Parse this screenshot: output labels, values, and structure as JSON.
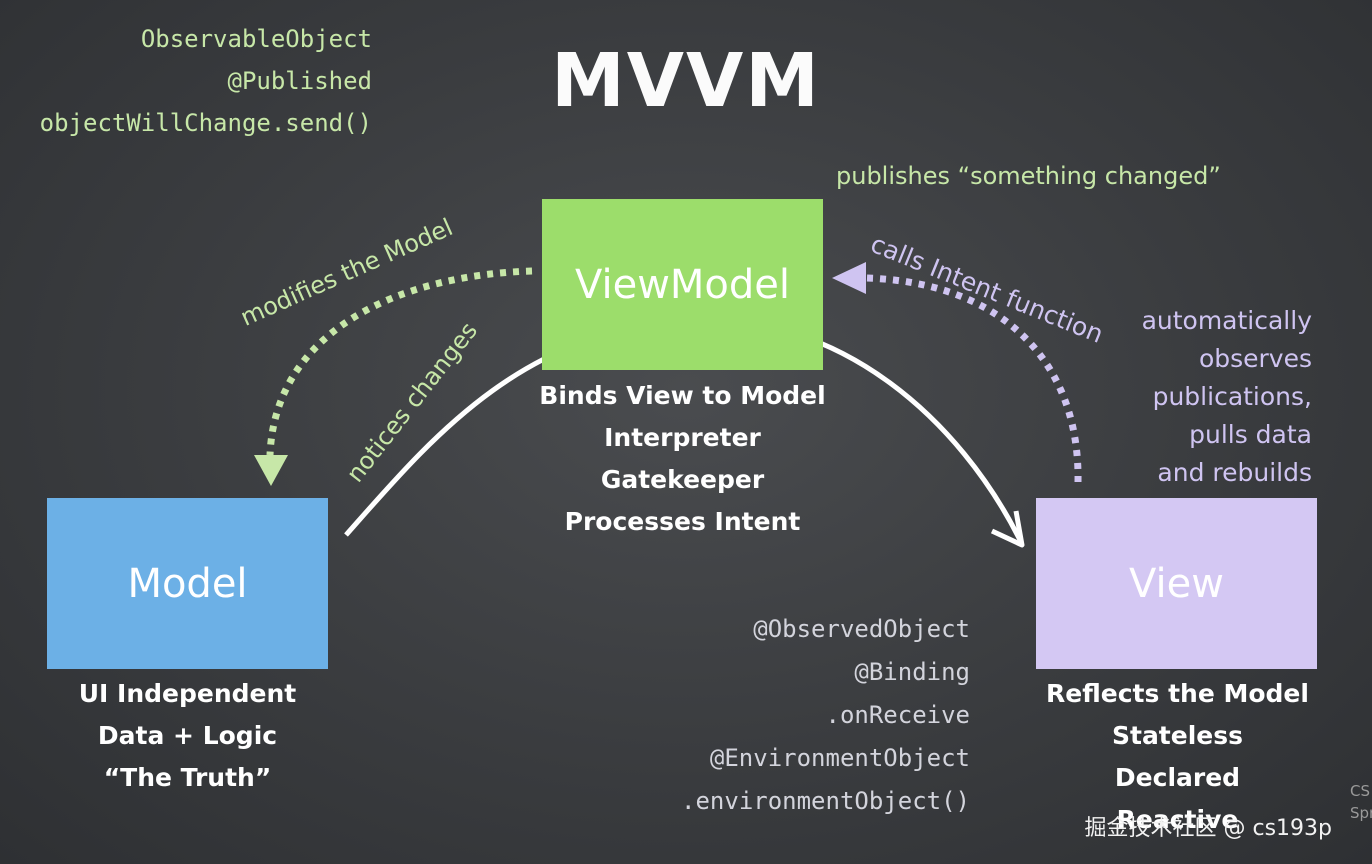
{
  "title": "MVVM",
  "viewmodel_code": [
    "ObservableObject",
    "@Published",
    "objectWillChange.send()"
  ],
  "view_code": [
    "@ObservedObject",
    "@Binding",
    ".onReceive",
    "@EnvironmentObject",
    ".environmentObject()"
  ],
  "boxes": {
    "viewmodel": {
      "label": "ViewModel",
      "color": "#9cdd6b"
    },
    "model": {
      "label": "Model",
      "color": "#6cb0e6"
    },
    "view": {
      "label": "View",
      "color": "#d4c8f3"
    }
  },
  "descriptions": {
    "viewmodel": [
      "Binds View to Model",
      "Interpreter",
      "Gatekeeper",
      "Processes Intent"
    ],
    "model": [
      "UI Independent",
      "Data + Logic",
      "“The Truth”"
    ],
    "view": [
      "Reflects the Model",
      "Stateless",
      "Declared",
      "Reactive"
    ]
  },
  "arrows": {
    "modifies": "modifies the Model",
    "notices": "notices changes",
    "publishes": "publishes “something changed”",
    "calls_intent": "calls Intent function",
    "observes": [
      "automatically",
      "observes",
      "publications,",
      "pulls data",
      "and rebuilds"
    ]
  },
  "watermark": "掘金技术社区 @ cs193p",
  "corner_text": "CS Sprin",
  "colors": {
    "green_text": "#c7e7a8",
    "purple_text": "#cfc4f1",
    "background": "#3d3f42"
  }
}
